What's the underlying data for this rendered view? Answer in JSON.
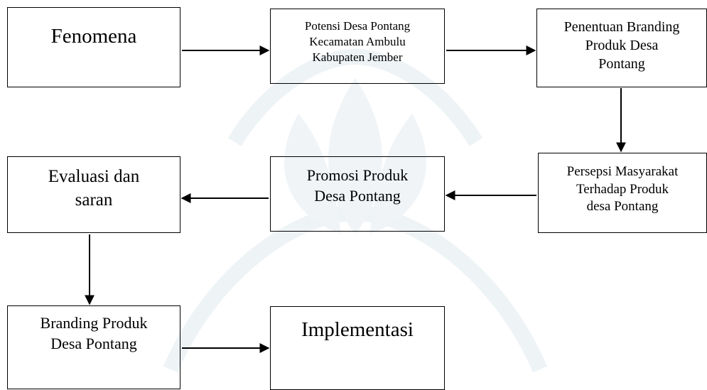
{
  "diagram": {
    "nodes": [
      {
        "id": "fenomena",
        "label": "Fenomena"
      },
      {
        "id": "potensi",
        "label": "Potensi Desa Pontang\nKecamatan Ambulu\nKabupaten Jember"
      },
      {
        "id": "penentuan",
        "label": "Penentuan Branding\nProduk Desa\nPontang"
      },
      {
        "id": "persepsi",
        "label": "Persepsi Masyarakat\nTerhadap Produk\ndesa Pontang"
      },
      {
        "id": "promosi",
        "label": "Promosi Produk\nDesa Pontang"
      },
      {
        "id": "evaluasi",
        "label": "Evaluasi dan\nsaran"
      },
      {
        "id": "branding",
        "label": "Branding Produk\nDesa Pontang"
      },
      {
        "id": "implementasi",
        "label": "Implementasi"
      }
    ],
    "edges": [
      {
        "from": "fenomena",
        "to": "potensi"
      },
      {
        "from": "potensi",
        "to": "penentuan"
      },
      {
        "from": "penentuan",
        "to": "persepsi"
      },
      {
        "from": "persepsi",
        "to": "promosi"
      },
      {
        "from": "promosi",
        "to": "evaluasi"
      },
      {
        "from": "evaluasi",
        "to": "branding"
      },
      {
        "from": "branding",
        "to": "implementasi"
      }
    ]
  }
}
